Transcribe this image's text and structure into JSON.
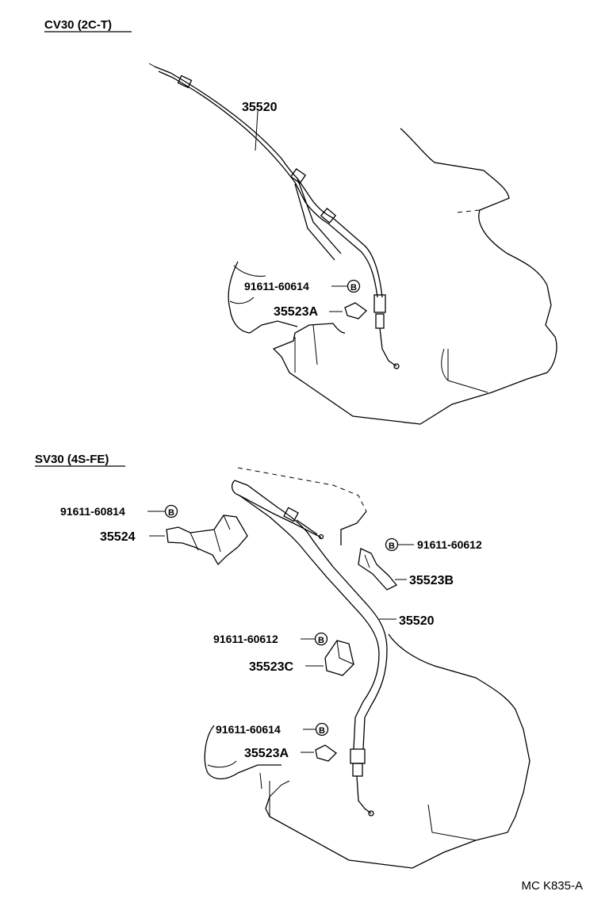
{
  "sections": [
    {
      "title": "CV30 (2C-T)",
      "labels": {
        "cable": "35520",
        "bolt": "91611-60614",
        "bracket": "35523A"
      }
    },
    {
      "title": "SV30 (4S-FE)",
      "labels": {
        "bolt_upper_left": "91611-60814",
        "bracket_upper_left": "35524",
        "bolt_upper_right": "91611-60612",
        "bracket_upper_right": "35523B",
        "cable": "35520",
        "bolt_mid": "91611-60612",
        "bracket_mid": "35523C",
        "bolt_lower": "91611-60614",
        "bracket_lower": "35523A"
      }
    }
  ],
  "bolt_marker": "B",
  "footer_code": "MC K835-A"
}
